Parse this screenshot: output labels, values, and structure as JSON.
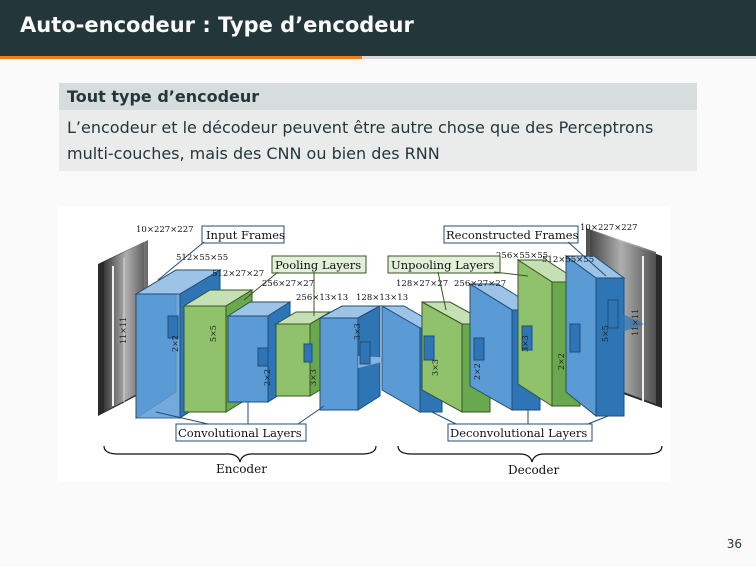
{
  "slide": {
    "title": "Auto-encodeur : Type d’encodeur",
    "page_number": "36"
  },
  "block": {
    "heading": "Tout type d’encodeur",
    "line1": "L’encodeur et le décodeur peuvent être autre chose que des Perceptrons",
    "line2": "multi-couches, mais des CNN ou bien des RNN"
  },
  "figure": {
    "labels": {
      "input_frames": "Input Frames",
      "reconstructed_frames": "Reconstructed Frames",
      "pooling_layers": "Pooling Layers",
      "unpooling_layers": "Unpooling Layers",
      "convolutional_layers": "Convolutional Layers",
      "deconvolutional_layers": "Deconvolutional Layers",
      "encoder": "Encoder",
      "decoder": "Decoder"
    },
    "dimensions": {
      "input": "10×227×227",
      "output": "10×227×227",
      "conv1": "512×55×55",
      "pool1": "512×27×27",
      "conv2": "256×27×27",
      "pool2": "256×13×13",
      "conv3": "128×13×13",
      "unpool1": "128×27×27",
      "deconv1": "256×27×27",
      "unpool2": "256×55×55",
      "deconv2": "512×55×55"
    },
    "kernels": {
      "k1": "11×11",
      "k2": "2×2",
      "k3": "5×5",
      "k4": "2×2",
      "k5": "3×3",
      "k6": "3×3",
      "k7": "3×3",
      "k8": "2×2",
      "k9": "3×3",
      "k10": "2×2",
      "k11": "5×5",
      "k12": "11×11"
    },
    "colors": {
      "conv_blue": "#5b9bd5",
      "pool_green": "#8fc26a"
    }
  }
}
